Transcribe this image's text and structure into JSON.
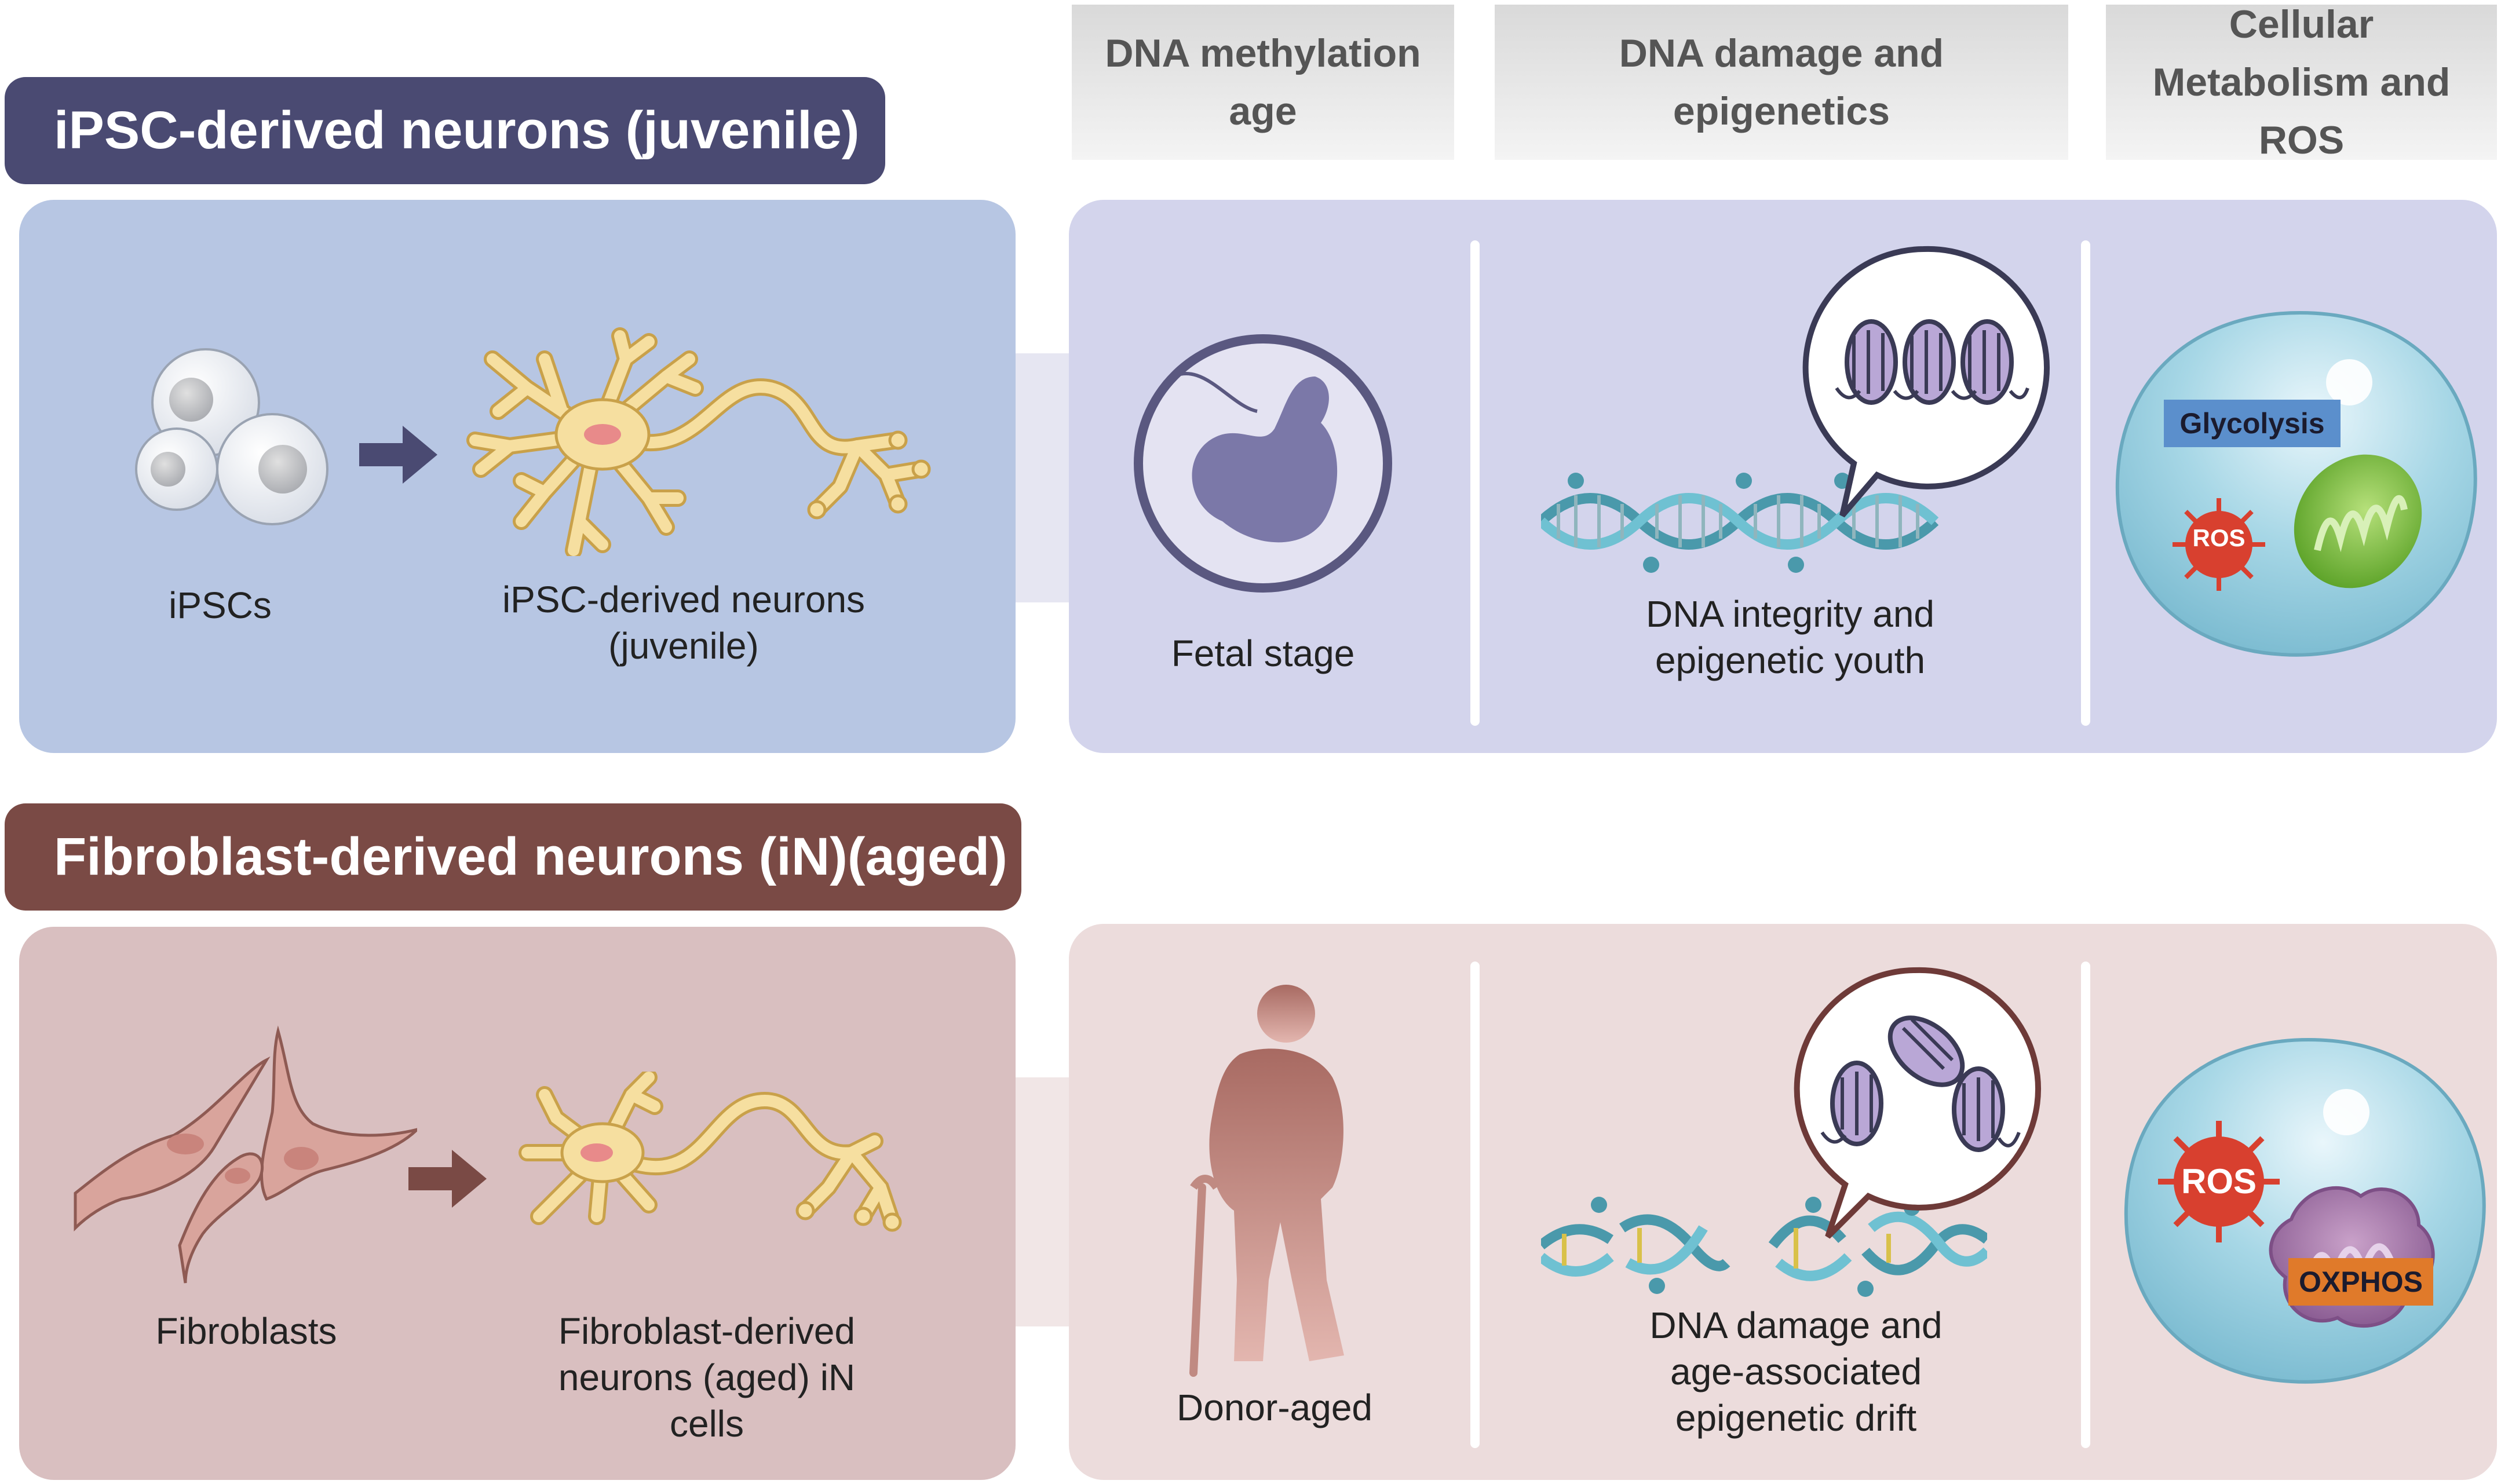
{
  "columns": [
    "DNA methylation age",
    "DNA damage and epigenetics",
    "Cellular Metabolism and ROS"
  ],
  "juvenile": {
    "title": "iPSC-derived neurons (juvenile)",
    "cells_label": "iPSCs",
    "neuron_label": "iPSC-derived neurons (juvenile)",
    "methylation_label": "Fetal stage",
    "dna_label": "DNA integrity and epigenetic youth",
    "glycolysis_label": "Glycolysis",
    "ros_label": "ROS"
  },
  "aged": {
    "title": "Fibroblast-derived neurons (iN)(aged)",
    "cells_label": "Fibroblasts",
    "neuron_label": "Fibroblast-derived neurons (aged) iN cells",
    "methylation_label": "Donor-aged",
    "dna_label": "DNA damage and age-associated epigenetic drift",
    "ros_label": "ROS",
    "oxphos_label": "OXPHOS"
  },
  "colors": {
    "juvenile_title_bg": "#4a4a72",
    "juvenile_left_panel": "#b7c6e3",
    "juvenile_right_panel": "#d3d4ec",
    "aged_title_bg": "#7a4a45",
    "aged_left_panel": "#d9bfc0",
    "aged_right_panel": "#ecdcdc",
    "neuron": "#f6dfa0",
    "dna": "#5fb3c6",
    "ros": "#d8402f",
    "mitochondria": "#7cbf3a",
    "glycolysis_box": "#5b8fcc",
    "oxphos_box": "#e07a2a"
  }
}
